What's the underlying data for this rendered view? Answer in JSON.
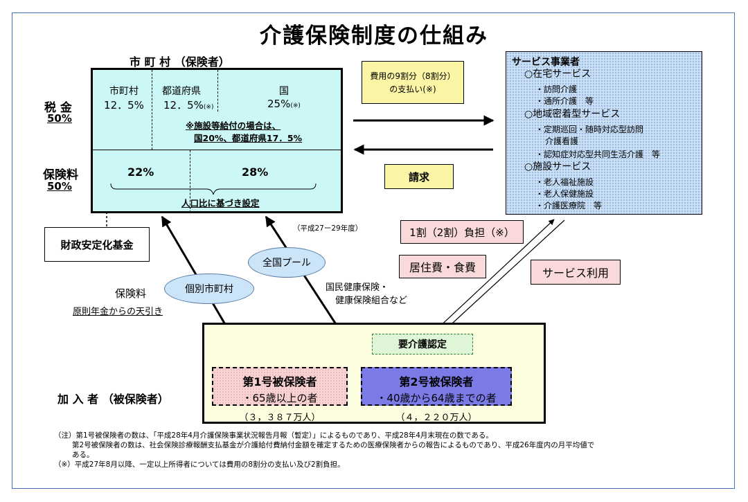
{
  "title": "介護保険制度の仕組み",
  "insurer": {
    "header": "市 町 村 （保険者）",
    "tax_label": "税 金",
    "tax_pct": "50%",
    "premium_label": "保険料",
    "premium_pct": "50%",
    "municipal_name": "市町村",
    "municipal_pct": "12．5%",
    "pref_name": "都道府県",
    "pref_pct": "12．5%",
    "pref_mark": "(※)",
    "nation_name": "国",
    "nation_pct": "25%",
    "nation_mark": "(※)",
    "facility_note1": "※施設等給付の場合は、",
    "facility_note2": "国20%、都道府県17．5%",
    "premium1_pct": "22%",
    "premium2_pct": "28%",
    "population_note": "人口比に基づき設定"
  },
  "fund": "財政安定化基金",
  "payment_tag_line1": "費用の9割分（8割分）",
  "payment_tag_line2": "の支払い(※)",
  "claim_tag": "請求",
  "provider": {
    "header": "サービス事業者",
    "lines": [
      "○在宅サービス",
      "・訪問介護",
      "・通所介護　等",
      "○地域密着型サービス",
      "・定期巡回・随時対応型訪問",
      "介護看護",
      "・認知症対応型共同生活介護　等",
      "○施設サービス",
      "・老人福祉施設",
      "・老人保健施設",
      "・介護医療院　等"
    ]
  },
  "copay_tag": "1割（2割）負担（※）",
  "board_tag": "居住費・食費",
  "service_use_tag": "サービス利用",
  "fiscal_period": "（平成27ー29年度）",
  "national_pool": "全国プール",
  "individual_municipality": "個別市町村",
  "premium_caption": "保険料",
  "pension_deduction": "原則年金からの天引き",
  "health_ins_line1": "国民健康保険・",
  "health_ins_line2": "健康保険組合など",
  "members": {
    "label": "加 入 者 （被保険者）",
    "certification": "要介護認定",
    "type1_title": "第1号被保険者",
    "type1_desc": "・65歳以上の者",
    "type1_count": "（３，３８７万人）",
    "type2_title": "第2号被保険者",
    "type2_desc": "・40歳から64歳までの者",
    "type2_count": "（４，２２０万人）"
  },
  "notes": {
    "n1": "（注）第1号被保険者の数は、「平成28年4月介護保険事業状況報告月報（暫定）」によるものであり、平成28年4月末現在の数である。",
    "n2": "第2号被保険者の数は、社会保険診療報酬支払基金が介護給付費納付金額を確定するための医療保険者からの報告によるものであり、平成26年度内の月平均値で",
    "n3": "ある。",
    "n4": "（※）平成27年8月以降、一定以上所得者については費用の8割分の支払い及び2割負担。"
  }
}
